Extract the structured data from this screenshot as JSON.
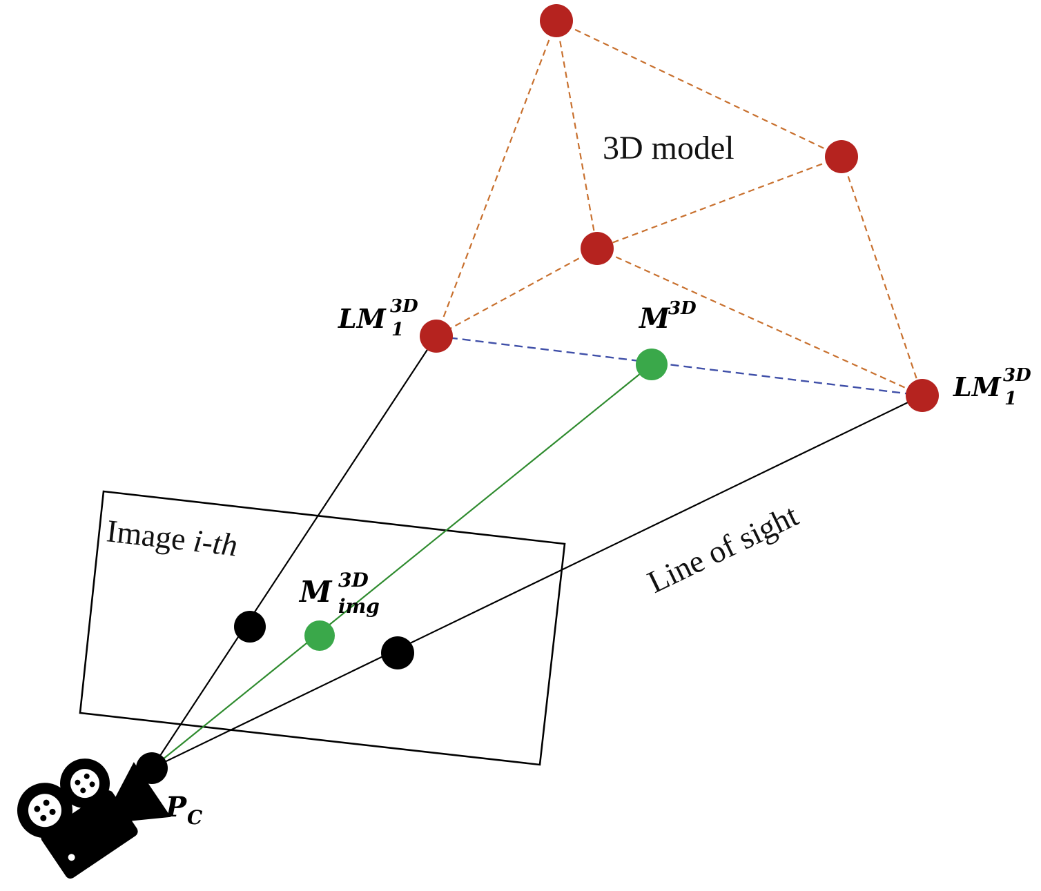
{
  "labels": {
    "model": "3D model",
    "image_prefix": "Image ",
    "image_index": "i-th",
    "line_of_sight": "Line of sight",
    "landmark_1": {
      "base": "LM",
      "sub": "1",
      "sup": "3D"
    },
    "landmark_2": {
      "base": "LM",
      "sub": "1",
      "sup": "3D"
    },
    "model_point": {
      "base": "M",
      "sup": "3D"
    },
    "image_point": {
      "base": "M",
      "sub": "img",
      "sup": "3D"
    },
    "camera_center": {
      "base": "P",
      "sub": "C"
    }
  },
  "colors": {
    "model_node": "#b5231f",
    "model_edge": "#c8702e",
    "landmark_link": "#3f4fa8",
    "projection_green": "#2e8b2e",
    "green_node": "#3aa84a",
    "black": "#000000"
  },
  "icons": {
    "camera": "movie-camera-icon"
  }
}
